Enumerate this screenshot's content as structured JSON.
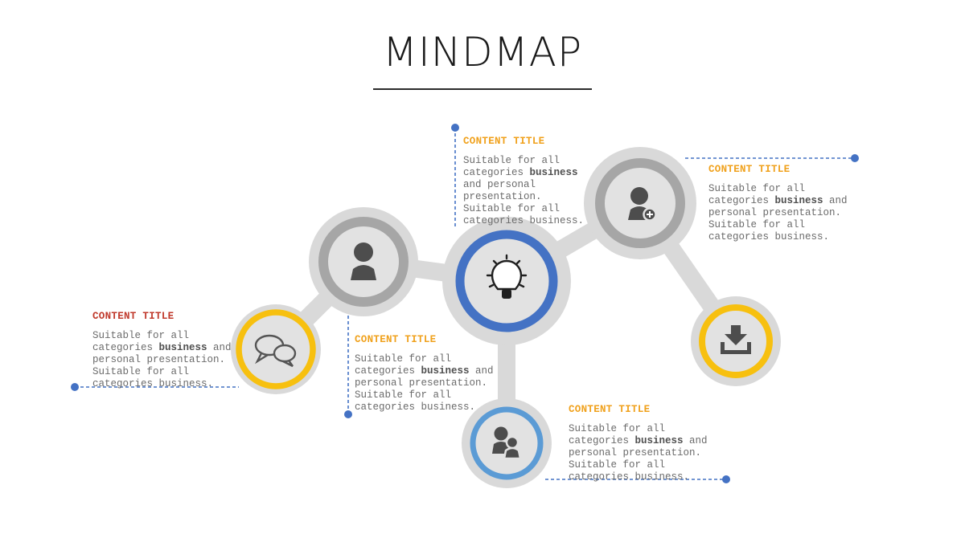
{
  "title": "MINDMAP",
  "colors": {
    "yellow": "#f7c00f",
    "blue": "#4472c4",
    "light_blue": "#5b9bd5",
    "gray": "#a6a6a6",
    "connector": "#d9d9d9",
    "heading_red": "#c0392b",
    "heading_orange": "#f0a11c"
  },
  "nodes": [
    {
      "name": "chat",
      "icon": "chat-bubbles-icon",
      "ring": "yellow"
    },
    {
      "name": "person",
      "icon": "person-icon",
      "ring": "gray"
    },
    {
      "name": "idea",
      "icon": "lightbulb-icon",
      "ring": "blue"
    },
    {
      "name": "users",
      "icon": "users-icon",
      "ring": "light_blue"
    },
    {
      "name": "add-user",
      "icon": "add-user-icon",
      "ring": "gray"
    },
    {
      "name": "download",
      "icon": "download-icon",
      "ring": "yellow"
    }
  ],
  "blocks": [
    {
      "heading": "CONTENT TITLE",
      "lines": [
        [
          "Suitable for all",
          ""
        ],
        [
          "categories ",
          "business",
          " and"
        ],
        [
          "personal presentation."
        ],
        [
          "Suitable for all"
        ],
        [
          "categories business."
        ]
      ]
    },
    {
      "heading": "CONTENT TITLE",
      "lines": [
        [
          "Suitable for all"
        ],
        [
          "categories ",
          "business",
          " and"
        ],
        [
          "personal presentation."
        ],
        [
          "Suitable for all"
        ],
        [
          "categories business."
        ]
      ]
    },
    {
      "heading": "CONTENT TITLE",
      "lines": [
        [
          "Suitable for all"
        ],
        [
          "categories ",
          "business",
          ""
        ],
        [
          "and personal"
        ],
        [
          "presentation."
        ],
        [
          "Suitable for all"
        ],
        [
          "categories business."
        ]
      ]
    },
    {
      "heading": "CONTENT TITLE",
      "lines": [
        [
          "Suitable for all"
        ],
        [
          "categories ",
          "business",
          " and"
        ],
        [
          "personal presentation."
        ],
        [
          "Suitable for all"
        ],
        [
          "categories business."
        ]
      ]
    },
    {
      "heading": "CONTENT TITLE",
      "lines": [
        [
          "Suitable for all"
        ],
        [
          "categories ",
          "business",
          " and"
        ],
        [
          "personal presentation."
        ],
        [
          "Suitable for all"
        ],
        [
          "categories business."
        ]
      ]
    }
  ]
}
